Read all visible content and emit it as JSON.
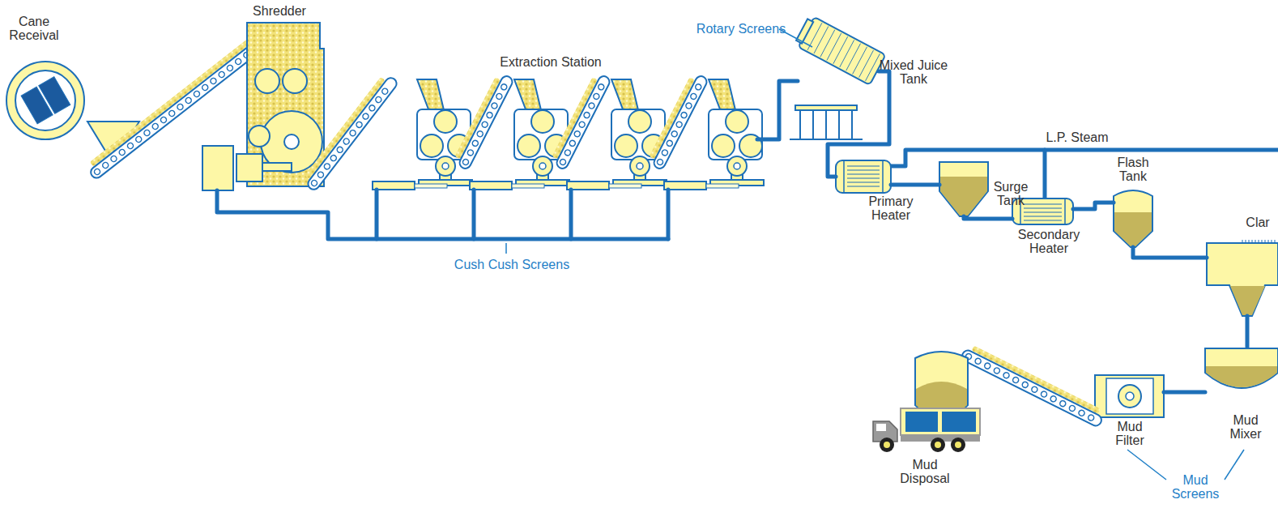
{
  "diagram": {
    "nodes": [
      {
        "text": [
          "Cane Receival"
        ]
      },
      {
        "text": [
          "Shredder"
        ]
      },
      {
        "text": [
          "Extraction Station"
        ]
      },
      {
        "text": [
          "Mixed Juice Tank"
        ]
      },
      {
        "text": [
          "Primary Heater"
        ]
      },
      {
        "text": [
          "Surge Tank"
        ]
      },
      {
        "text": [
          "Secondary Heater"
        ]
      },
      {
        "text": [
          "Flash Tank"
        ]
      },
      {
        "text": [
          "Clar"
        ]
      },
      {
        "text": [
          "Mud Mixer"
        ]
      },
      {
        "text": [
          "Mud Filter"
        ]
      },
      {
        "text": [
          "Mud Disposal"
        ]
      }
    ],
    "edges": [
      {
        "from": 2,
        "to": 3,
        "arrow": "none"
      },
      {
        "from": 3,
        "to": 4,
        "arrow": "none"
      },
      {
        "from": 4,
        "to": 5,
        "arrow": "none"
      },
      {
        "from": 5,
        "to": 6,
        "arrow": "none"
      },
      {
        "from": 6,
        "to": 7,
        "arrow": "none"
      },
      {
        "from": 7,
        "to": 8,
        "arrow": "none"
      },
      {
        "from": 8,
        "to": 9,
        "arrow": "none"
      },
      {
        "from": 9,
        "to": 10,
        "arrow": "none"
      }
    ],
    "labels": [
      "Rotary Screens",
      "L.P. Steam",
      "Cush Cush Screens",
      "Mud Screens"
    ]
  }
}
